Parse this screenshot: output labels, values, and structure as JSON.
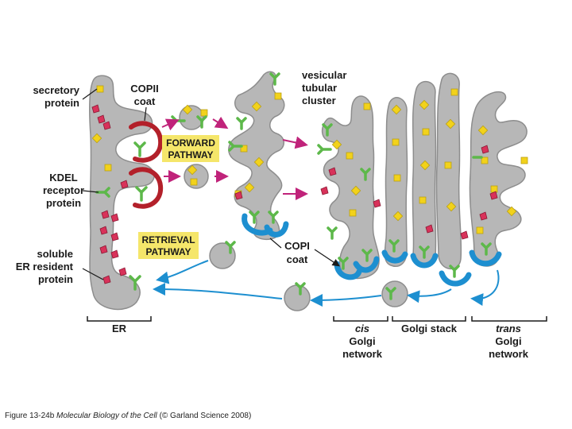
{
  "labels": {
    "secretory_protein": [
      "secretory",
      "protein"
    ],
    "copii_coat": [
      "COPII",
      "coat"
    ],
    "kdel_receptor": [
      "KDEL",
      "receptor",
      "protein"
    ],
    "soluble_er_resident": [
      "soluble",
      "ER resident",
      "protein"
    ],
    "forward_pathway": [
      "FORWARD",
      "PATHWAY"
    ],
    "retrieval_pathway": [
      "RETRIEVAL",
      "PATHWAY"
    ],
    "vesicular_tubular_cluster": [
      "vesicular",
      "tubular",
      "cluster"
    ],
    "copi_coat": [
      "COPI",
      "coat"
    ],
    "er": "ER",
    "cis_golgi": [
      "cis",
      "Golgi",
      "network"
    ],
    "golgi_stack": "Golgi stack",
    "trans_golgi": [
      "trans",
      "Golgi",
      "network"
    ]
  },
  "caption": {
    "figure": "Figure 13-24b",
    "book": "Molecular Biology of the Cell",
    "credit": "(© Garland Science 2008)"
  },
  "colors": {
    "membrane": "#b7b7b7",
    "membrane_edge": "#8d8d8d",
    "copii": "#b3202a",
    "copi": "#1d8fd0",
    "receptor": "#5db84a",
    "cargo_yellow": "#f2d21b",
    "cargo_red": "#d8325a",
    "pathway_box": "#f5e66a",
    "arrow_forward": "#c0237a",
    "arrow_retrieval": "#1d8fd0"
  }
}
